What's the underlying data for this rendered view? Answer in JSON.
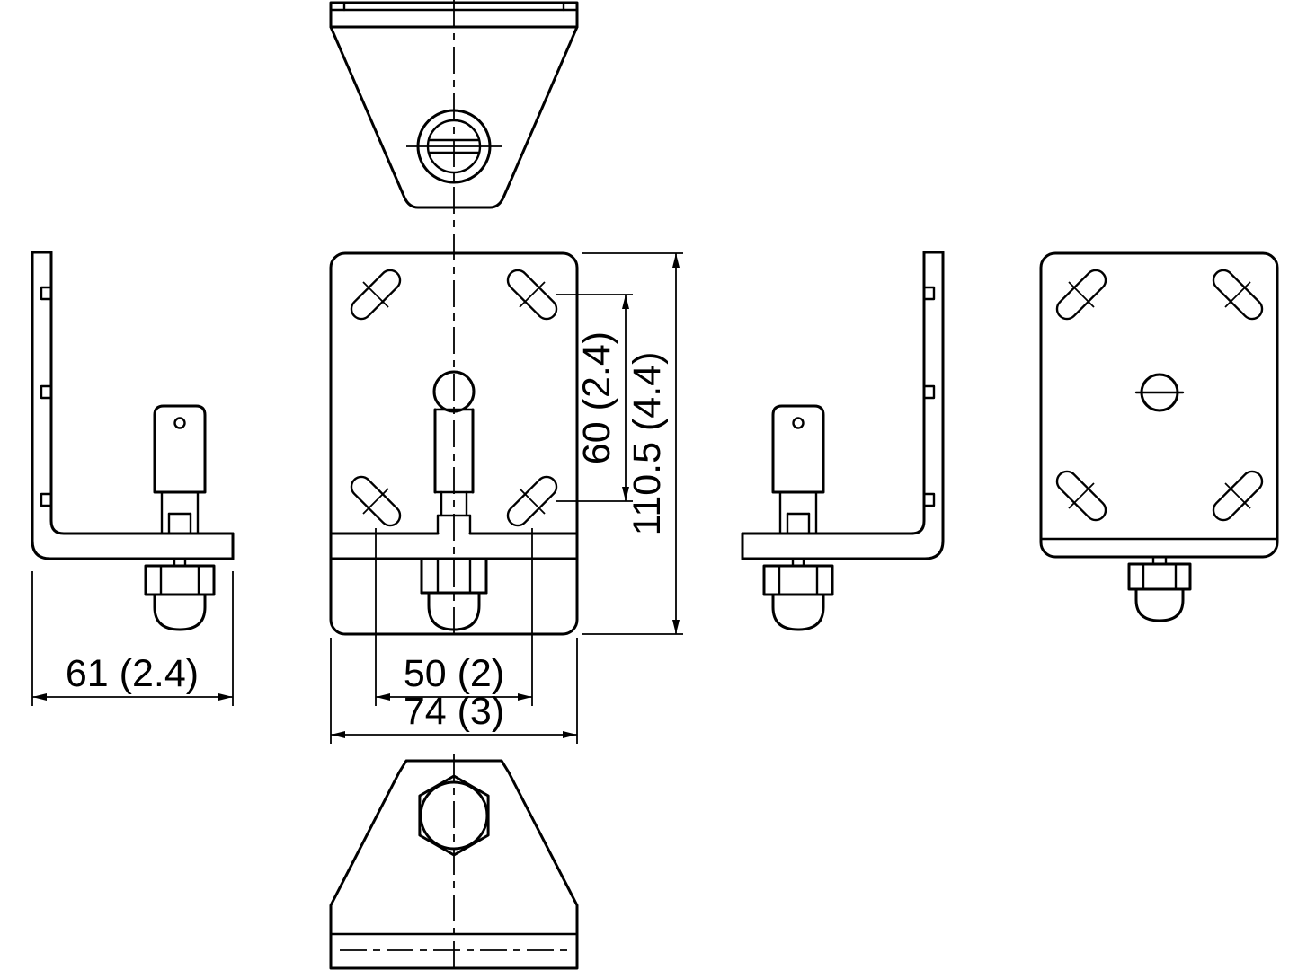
{
  "drawing": {
    "background": "#ffffff",
    "line_color": "#000000",
    "dimensions": {
      "bracket_depth": "61 (2.4)",
      "slot_spacing_horizontal": "50 (2)",
      "plate_width": "74 (3)",
      "slot_spacing_vertical": "60 (2.4)",
      "plate_height": "110.5 (4.4)"
    }
  }
}
